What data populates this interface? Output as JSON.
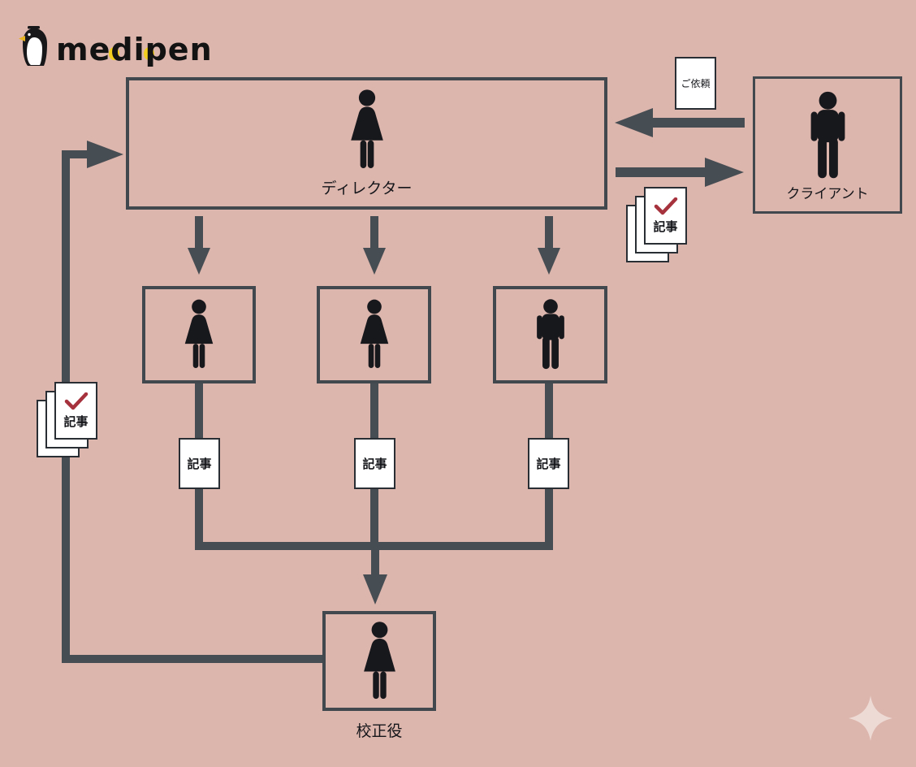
{
  "colors": {
    "background": "#dcb5ad",
    "line_dark": "#474e53",
    "paper_white": "#ffffff",
    "check_red": "#a5323d",
    "logo_yellow": "#f2ce1e",
    "sparkle_pink": "#eedad4"
  },
  "logo": {
    "brand": "medipen",
    "icon": "penguin-icon"
  },
  "flow": {
    "director": {
      "label": "ディレクター",
      "icon": "person-female"
    },
    "client": {
      "label": "クライアント",
      "icon": "person-male"
    },
    "writers": [
      {
        "icon": "person-female"
      },
      {
        "icon": "person-female"
      },
      {
        "icon": "person-male"
      }
    ],
    "proofreader": {
      "label": "校正役",
      "icon": "person-female"
    }
  },
  "documents": {
    "request": {
      "label": "ご依頼"
    },
    "draft_articles": [
      {
        "label": "記事"
      },
      {
        "label": "記事"
      },
      {
        "label": "記事"
      }
    ],
    "checked_stack_right": {
      "label": "記事",
      "icon": "check-mark"
    },
    "checked_stack_left": {
      "label": "記事",
      "icon": "check-mark"
    }
  },
  "decor": {
    "sparkle": "four-point-star"
  }
}
